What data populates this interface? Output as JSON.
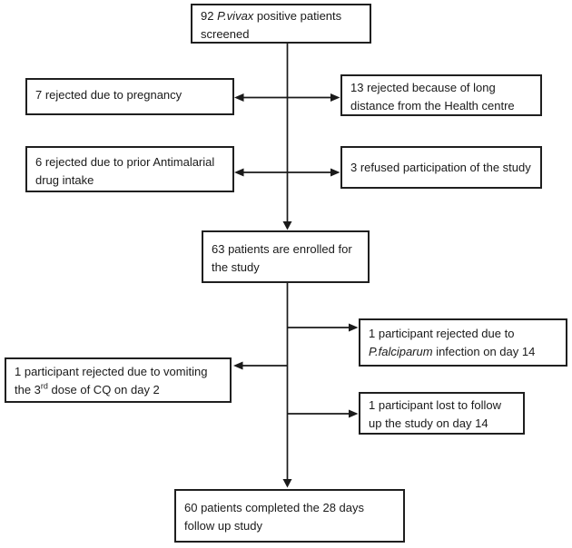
{
  "colors": {
    "line": "#1a1a1a",
    "text": "#1a1a1a",
    "box_border": "#1f1f1f",
    "box_bg": "#ffffff",
    "page_bg": "#ffffff"
  },
  "nodes": {
    "screened": {
      "line1_pre": "92 ",
      "line1_italic": "P.vivax",
      "line1_post": " positive patients",
      "line2": "screened"
    },
    "pregnancy": {
      "line1": "7 rejected due to pregnancy"
    },
    "distance": {
      "line1": "13 rejected because of long",
      "line2": "distance from the Health centre"
    },
    "antimalarial": {
      "line1": "6 rejected due to prior Antimalarial",
      "line2": "drug intake"
    },
    "refused": {
      "line1": "3 refused participation of the study"
    },
    "enrolled": {
      "line1": "63 patients are enrolled for",
      "line2": "the study"
    },
    "falciparum": {
      "line1": "1 participant rejected due to",
      "line2_italic": "P.falciparum",
      "line2_post": " infection on day 14"
    },
    "vomiting": {
      "line1": "1 participant rejected due to vomiting",
      "line2_pre": "the 3",
      "line2_sup": "rd",
      "line2_post": " dose of CQ on day 2"
    },
    "lost": {
      "line1": "1 participant lost to follow",
      "line2": "up the study on day 14"
    },
    "completed": {
      "line1": "60 patients completed the 28 days",
      "line2": "follow up study"
    }
  }
}
